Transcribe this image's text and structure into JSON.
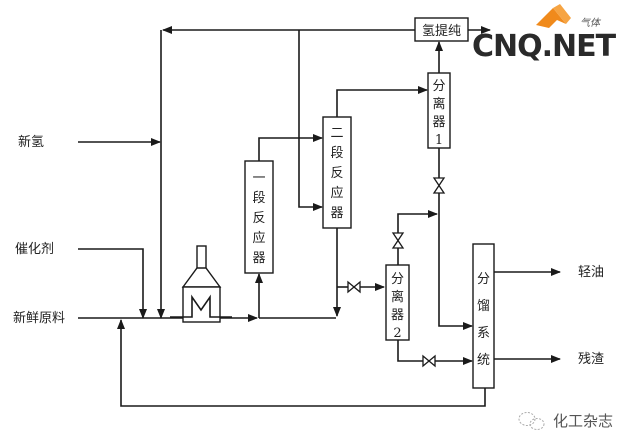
{
  "diagram": {
    "type": "process-flow",
    "title": "",
    "inputs": [
      {
        "id": "fresh-hydrogen",
        "label": "新氢"
      },
      {
        "id": "catalyst",
        "label": "催化剂"
      },
      {
        "id": "fresh-feed",
        "label": "新鲜原料"
      }
    ],
    "outputs": [
      {
        "id": "light-oil",
        "label": "轻油"
      },
      {
        "id": "residue",
        "label": "残渣"
      }
    ],
    "units": {
      "hydrogen_purification": {
        "label": "氢提纯"
      },
      "furnace": {
        "label": "M"
      },
      "reactor1": {
        "label_chars": [
          "一",
          "段",
          "反",
          "应",
          "器"
        ]
      },
      "reactor2": {
        "label_chars": [
          "二",
          "段",
          "反",
          "应",
          "器"
        ]
      },
      "separator1": {
        "label_chars": [
          "分",
          "离",
          "器",
          "1"
        ]
      },
      "separator2": {
        "label_chars": [
          "分",
          "离",
          "器",
          "2"
        ]
      },
      "fractionation": {
        "label_chars": [
          "分",
          "馏",
          "系",
          "统"
        ]
      }
    },
    "flows": [
      {
        "from": "fresh-feed",
        "to": "furnace"
      },
      {
        "from": "catalyst",
        "to": "fresh-feed-line"
      },
      {
        "from": "fresh-hydrogen",
        "to": "recycle-hydrogen-line"
      },
      {
        "from": "hydrogen_purification",
        "to": "fresh-feed-line",
        "note": "recycle hydrogen"
      },
      {
        "from": "furnace",
        "to": "reactor1"
      },
      {
        "from": "reactor1",
        "to": "reactor2"
      },
      {
        "from": "recycle-hydrogen-line",
        "to": "reactor2"
      },
      {
        "from": "reactor2",
        "to": "fresh-feed-line-downstream"
      },
      {
        "from": "reactor-effluent",
        "to": "separator2",
        "via": "valve"
      },
      {
        "from": "reactor2",
        "to": "separator1"
      },
      {
        "from": "separator1",
        "to": "hydrogen_purification"
      },
      {
        "from": "separator1",
        "to": "fractionation",
        "via": "valve"
      },
      {
        "from": "separator2",
        "to": "separator1-line",
        "via": "valve"
      },
      {
        "from": "separator2",
        "to": "fractionation",
        "via": "valve"
      },
      {
        "from": "fractionation",
        "to": "light-oil"
      },
      {
        "from": "fractionation",
        "to": "residue"
      },
      {
        "from": "fractionation",
        "to": "fresh-feed-line",
        "note": "bottoms recycle"
      }
    ]
  },
  "logo": {
    "text": "CNQ.NET",
    "small_text": "气体",
    "accent_color": "#f08a1c"
  },
  "watermark": {
    "text": "化工杂志"
  }
}
